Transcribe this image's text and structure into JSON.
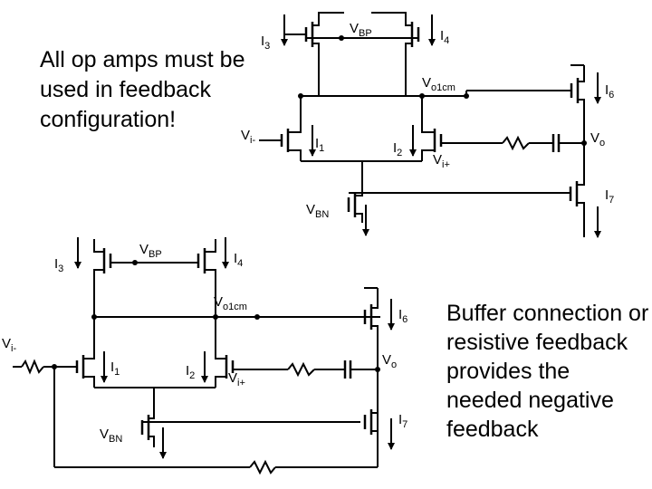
{
  "notes": {
    "top": "All op amps must be used in feedback configuration!",
    "bottom": "Buffer connection or resistive feedback provides the needed negative feedback"
  },
  "labels": {
    "vbp": "V",
    "vbp_sub": "BP",
    "vbn": "V",
    "vbn_sub": "BN",
    "vo1cm": "V",
    "vo1cm_sub": "o1cm",
    "vo": "V",
    "vo_sub": "o",
    "vin": "V",
    "vin_sub": "i-",
    "vip": "V",
    "vip_sub": "i+",
    "i1": "I",
    "i1_sub": "1",
    "i2": "I",
    "i2_sub": "2",
    "i3": "I",
    "i3_sub": "3",
    "i4": "I",
    "i4_sub": "4",
    "i6": "I",
    "i6_sub": "6",
    "i7": "I",
    "i7_sub": "7"
  },
  "colors": {
    "wire": "#000000",
    "background": "#ffffff"
  }
}
